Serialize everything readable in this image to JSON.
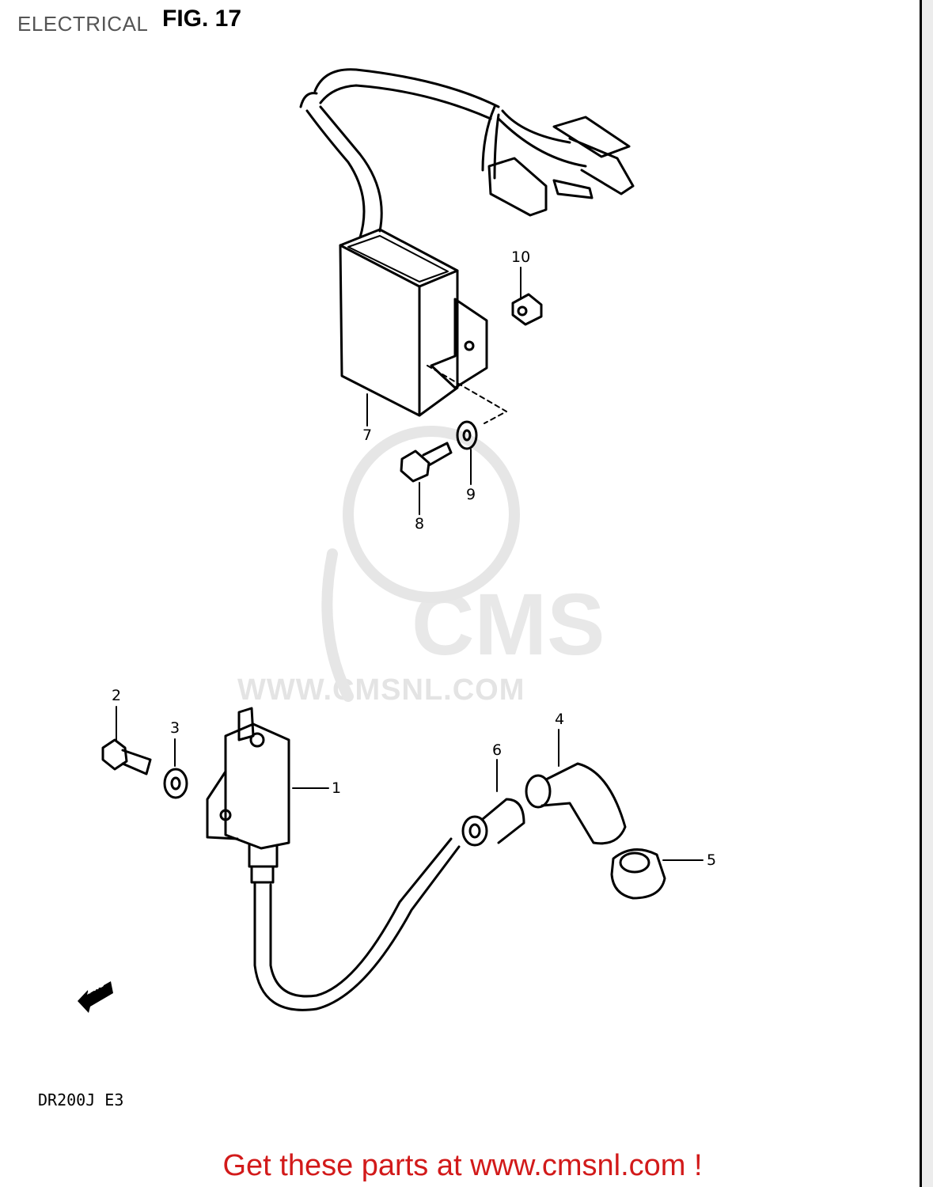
{
  "header": {
    "section": "ELECTRICAL",
    "figure": "FIG. 17"
  },
  "watermark": {
    "logo": "CMS",
    "url": "WWW.CMSNL.COM"
  },
  "callouts": [
    "1",
    "2",
    "3",
    "4",
    "5",
    "6",
    "7",
    "8",
    "9",
    "10"
  ],
  "direction_marker": "FWD",
  "model_code": "DR200J E3",
  "footer": {
    "text": "Get these parts at www.cmsnl.com !",
    "color": "#d21a1a"
  }
}
